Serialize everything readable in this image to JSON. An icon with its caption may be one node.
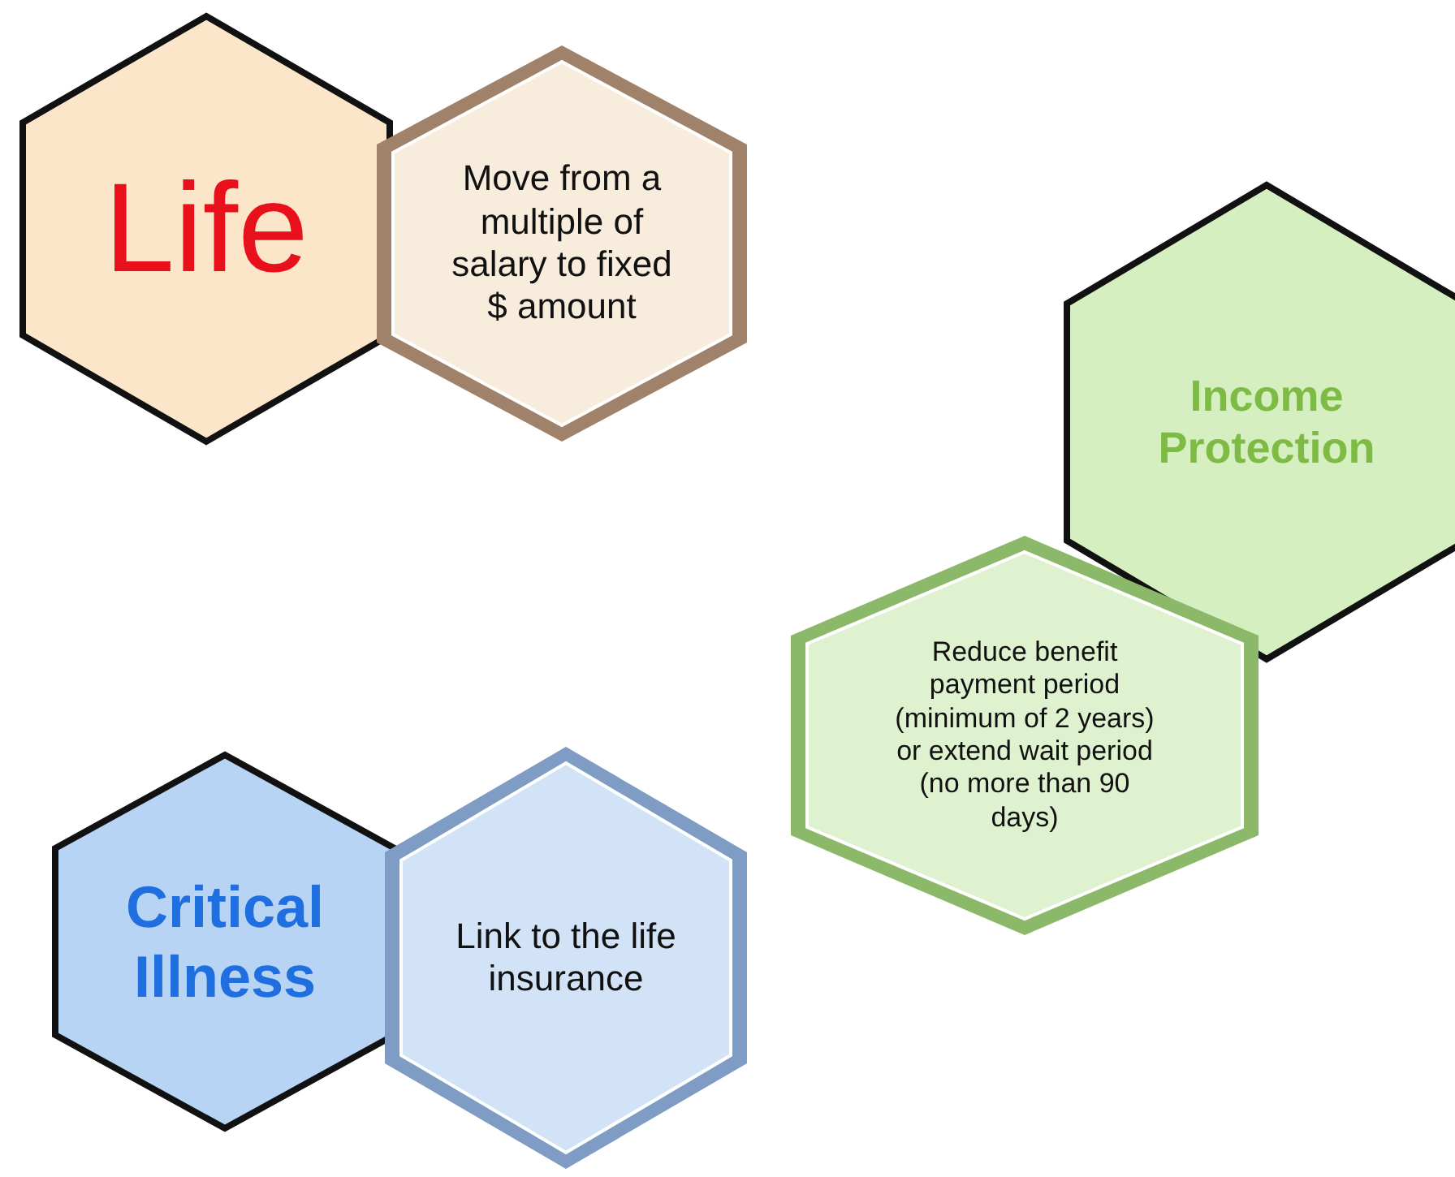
{
  "diagram": {
    "nodes": [
      {
        "text": [
          "Life"
        ]
      },
      {
        "text": [
          "Move from a multiple of salary to fixed $ amount"
        ]
      },
      {
        "text": [
          "Income Protection"
        ]
      },
      {
        "text": [
          "Reduce benefit payment period (minimum of 2 years) or extend wait period (no more than 90 days)"
        ]
      },
      {
        "text": [
          "Critical Illness"
        ]
      },
      {
        "text": [
          "Link to the life insurance"
        ]
      }
    ]
  }
}
